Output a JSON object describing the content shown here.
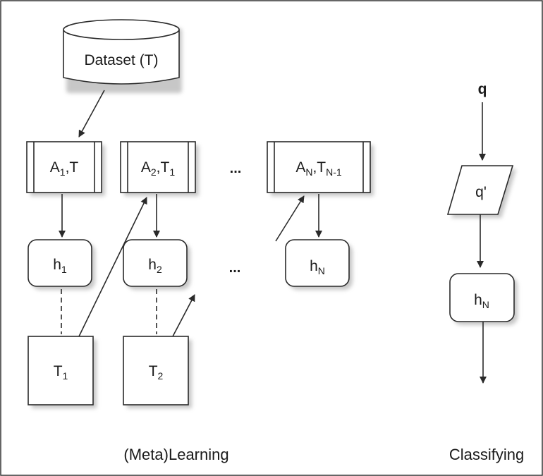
{
  "diagram": {
    "dataset": "Dataset (T)",
    "learners": [
      {
        "base": "A",
        "base_sub": "1",
        "sep": ",",
        "target": "T",
        "target_sub": ""
      },
      {
        "base": "A",
        "base_sub": "2",
        "sep": ",",
        "target": "T",
        "target_sub": "1"
      },
      {
        "base": "A",
        "base_sub": "N",
        "sep": ",",
        "target": "T",
        "target_sub": "N-1"
      }
    ],
    "hypotheses": [
      {
        "base": "h",
        "sub": "1"
      },
      {
        "base": "h",
        "sub": "2"
      },
      {
        "base": "h",
        "sub": "N"
      }
    ],
    "tasks": [
      {
        "base": "T",
        "sub": "1"
      },
      {
        "base": "T",
        "sub": "2"
      }
    ],
    "ellipsis": "...",
    "query": "q",
    "query_transformed": "q'",
    "classifier": {
      "base": "h",
      "sub": "N"
    },
    "captions": {
      "learning": "(Meta)Learning",
      "classifying": "Classifying"
    }
  }
}
